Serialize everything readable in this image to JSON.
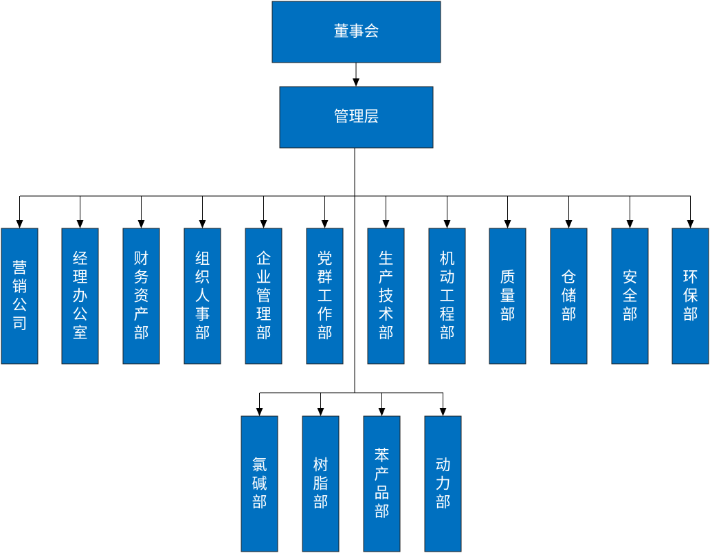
{
  "top": {
    "label": "董事会"
  },
  "management": {
    "label": "管理层"
  },
  "departments": [
    {
      "label": "营销公司"
    },
    {
      "label": "经理办公室"
    },
    {
      "label": "财务资产部"
    },
    {
      "label": "组织人事部"
    },
    {
      "label": "企业管理部"
    },
    {
      "label": "党群工作部"
    },
    {
      "label": "生产技术部"
    },
    {
      "label": "机动工程部"
    },
    {
      "label": "质量部"
    },
    {
      "label": "仓储部"
    },
    {
      "label": "安全部"
    },
    {
      "label": "环保部"
    }
  ],
  "production_units": [
    {
      "label": "氯碱部"
    },
    {
      "label": "树脂部"
    },
    {
      "label": "苯产品部"
    },
    {
      "label": "动力部"
    }
  ]
}
